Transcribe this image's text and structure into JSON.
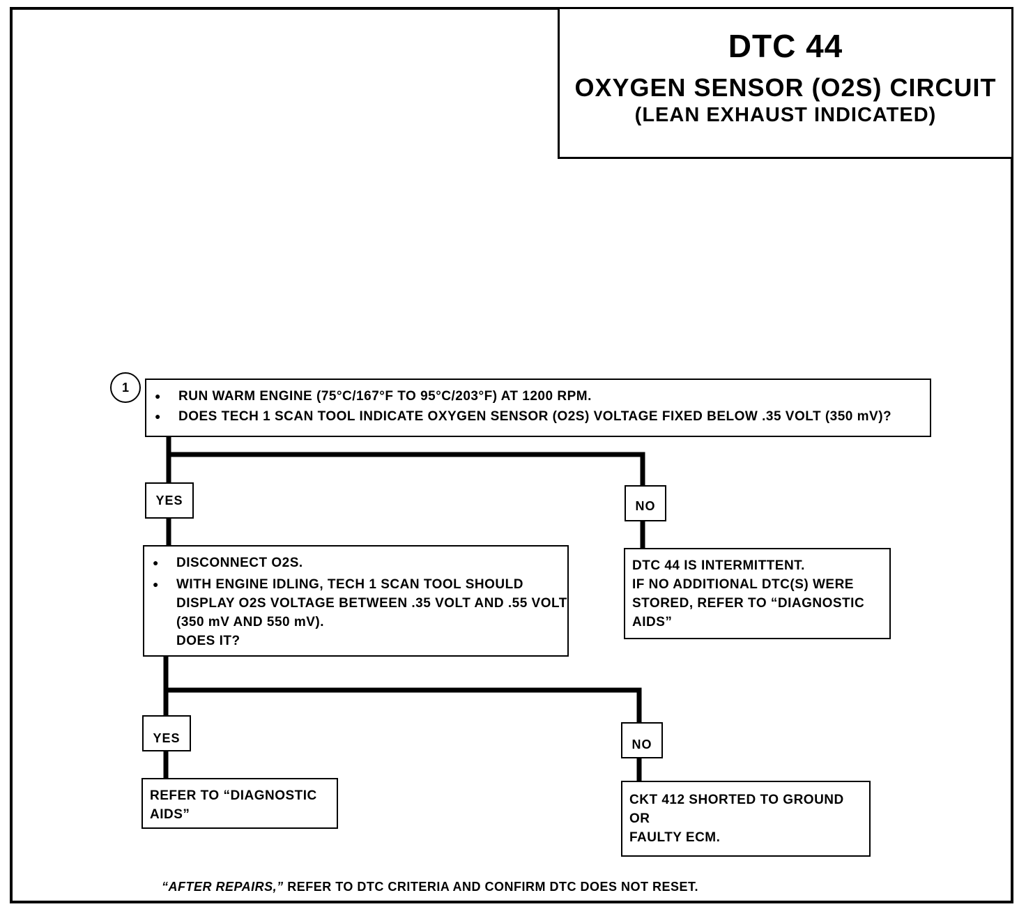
{
  "header": {
    "code": "DTC 44",
    "title": "OXYGEN SENSOR (O2S) CIRCUIT",
    "subtitle": "(LEAN EXHAUST INDICATED)"
  },
  "step": {
    "number": "1",
    "bullets": [
      "RUN WARM ENGINE  (75°C/167°F TO 95°C/203°F)  AT 1200 RPM.",
      "DOES TECH 1 SCAN TOOL INDICATE OXYGEN SENSOR (O2S) VOLTAGE FIXED BELOW .35 VOLT (350 mV)?"
    ]
  },
  "branch1": {
    "yes_label": "YES",
    "no_label": "NO",
    "yes_box": {
      "bullets": [
        "DISCONNECT O2S.",
        "WITH ENGINE IDLING, TECH 1 SCAN TOOL  SHOULD DISPLAY O2S  VOLTAGE BETWEEN .35 VOLT AND .55 VOLT (350 mV AND 550 mV)."
      ],
      "question": "DOES IT?"
    },
    "no_box": {
      "lines": [
        "DTC 44 IS INTERMITTENT.",
        "IF NO ADDITIONAL DTC(S) WERE STORED, REFER TO  “DIAGNOSTIC AIDS”"
      ]
    }
  },
  "branch2": {
    "yes_label": "YES",
    "no_label": "NO",
    "yes_box": {
      "lines": [
        "REFER TO  “DIAGNOSTIC AIDS”"
      ]
    },
    "no_box": {
      "lines": [
        "CKT 412  SHORTED TO GROUND",
        "OR",
        "FAULTY ECM."
      ]
    }
  },
  "footnote": {
    "emphasis": "“AFTER REPAIRS,”",
    "text": " REFER TO DTC CRITERIA AND CONFIRM DTC DOES NOT RESET."
  }
}
